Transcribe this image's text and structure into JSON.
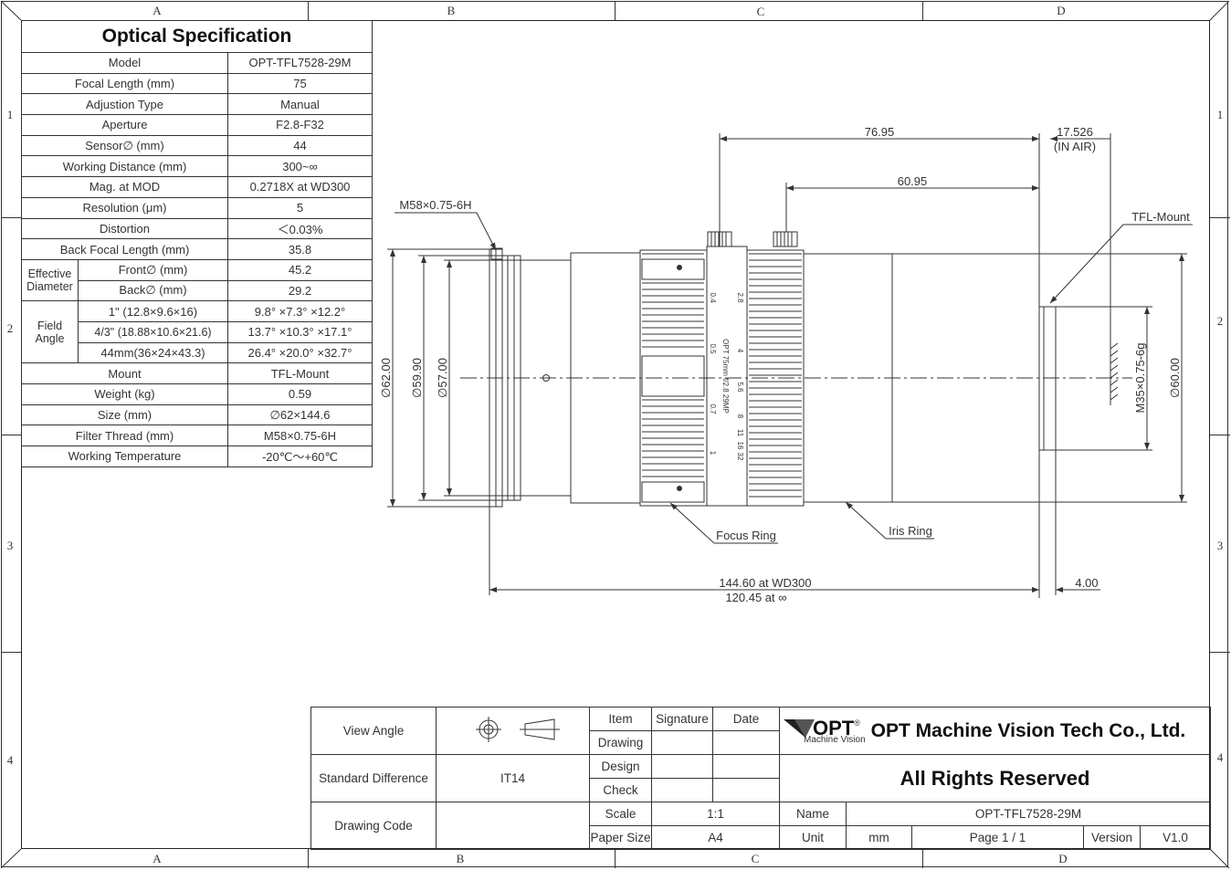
{
  "zones": {
    "columns": [
      "A",
      "B",
      "C",
      "D"
    ],
    "rows": [
      "1",
      "2",
      "3",
      "4"
    ]
  },
  "spec": {
    "title": "Optical Specification",
    "rows": [
      {
        "label": "Model",
        "value": "OPT-TFL7528-29M"
      },
      {
        "label": "Focal Length (mm)",
        "value": "75"
      },
      {
        "label": "Adjustion Type",
        "value": "Manual"
      },
      {
        "label": "Aperture",
        "value": "F2.8-F32"
      },
      {
        "label": "Sensor∅ (mm)",
        "value": "44"
      },
      {
        "label": "Working Distance (mm)",
        "value": "300~∞"
      },
      {
        "label": "Mag. at MOD",
        "value": "0.2718X at WD300"
      },
      {
        "label": "Resolution (μm)",
        "value": "5"
      },
      {
        "label": "Distortion",
        "value": "＜0.03%"
      },
      {
        "label": "Back Focal Length (mm)",
        "value": "35.8"
      }
    ],
    "effective_diameter": {
      "group": "Effective Diameter",
      "front_label": "Front∅ (mm)",
      "front_value": "45.2",
      "back_label": "Back∅ (mm)",
      "back_value": "29.2"
    },
    "field_angle": {
      "group": "Field Angle",
      "rows": [
        {
          "label": "1\" (12.8×9.6×16)",
          "value": "9.8° ×7.3° ×12.2°"
        },
        {
          "label": "4/3\" (18.88×10.6×21.6)",
          "value": "13.7° ×10.3° ×17.1°"
        },
        {
          "label": "44mm(36×24×43.3)",
          "value": "26.4° ×20.0° ×32.7°"
        }
      ]
    },
    "rows2": [
      {
        "label": "Mount",
        "value": "TFL-Mount"
      },
      {
        "label": "Weight (kg)",
        "value": "0.59"
      },
      {
        "label": "Size (mm)",
        "value": "∅62×144.6"
      },
      {
        "label": "Filter Thread (mm)",
        "value": "M58×0.75-6H"
      },
      {
        "label": "Working Temperature",
        "value": "-20℃～+60℃"
      }
    ]
  },
  "drawing": {
    "dim_76_95": "76.95",
    "dim_17_526": "17.526",
    "dim_in_air": "(IN AIR)",
    "dim_60_95": "60.95",
    "thread_front": "M58×0.75-6H",
    "mount_label": "TFL-Mount",
    "dia_62": "∅62.00",
    "dia_59_90": "∅59.90",
    "dia_57": "∅57.00",
    "dia_60": "∅60.00",
    "thread_rear": "M35×0.75-6g",
    "focus_ring": "Focus Ring",
    "iris_ring": "Iris Ring",
    "len_wd300": "144.60  at WD300",
    "len_inf": "120.45  at ∞",
    "dim_4": "4.00",
    "barrel_text": "OPT 75mm f/2.8 29MP",
    "focus_marks": [
      "0.4",
      "0.5",
      "0.7",
      "1"
    ],
    "iris_marks": [
      "2.8",
      "4",
      "5.6",
      "8",
      "11",
      "16",
      "32"
    ]
  },
  "title_block": {
    "view_angle": "View Angle",
    "standard_difference": "Standard Difference",
    "standard_difference_value": "IT14",
    "drawing_code": "Drawing Code",
    "item": "Item",
    "signature": "Signature",
    "date": "Date",
    "drawing": "Drawing",
    "design": "Design",
    "check": "Check",
    "scale": "Scale",
    "scale_value": "1:1",
    "paper_size": "Paper Size",
    "paper_size_value": "A4",
    "logo_text": "OPT",
    "logo_sub": "Machine Vision",
    "company": "OPT Machine Vision Tech Co., Ltd.",
    "rights": "All Rights Reserved",
    "name": "Name",
    "name_value": "OPT-TFL7528-29M",
    "unit": "Unit",
    "unit_value": "mm",
    "page": "Page  1 / 1",
    "version": "Version",
    "version_value": "V1.0"
  }
}
